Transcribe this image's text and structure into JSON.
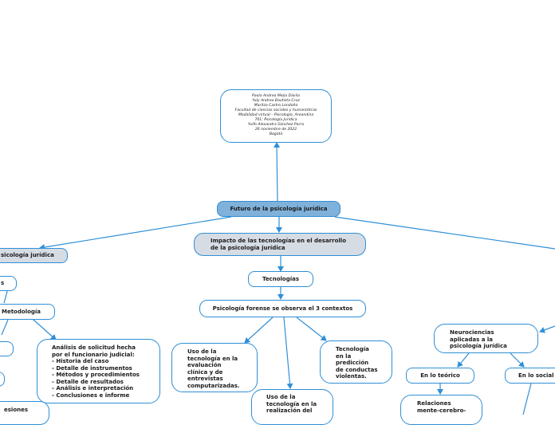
{
  "authors": "Paola Andrea Mejía Dávila\nYuly Andrea Bautista Cruz\nMaritza Castro Londoño\nFacultad de ciencias sociales y humanísticas\nModalidad virtual – Psicología, Areandina\n701: Psicología Jurídica\nYulfo Alexandra Sánchez Parra\n26 noviembre de 2022\nBogotá",
  "root": "Futuro de la psicología jurídica",
  "left_branch": "sicología jurídica",
  "left_top_cut": "s",
  "metodologia": "Metodología",
  "analisis": "Análisis de solicitud hecha\npor el funcionario judicial:\n- Historia del caso\n- Detalle de instrumentos\n- Métodos y procedimientos\n- Detalle de resultados\n- Análisis e interpretación\n- Conclusiones e informe",
  "left_bottom_cut": "esiones",
  "impacto": "Impacto de las tecnologías en el desarrollo\nde la psicología jurídica",
  "tecnologias": "Tecnologías",
  "contextos": "Psicología forense se observa el 3 contextos",
  "uso_evaluacion": "Uso de la\ntecnología en la\nevaluación\nclínica y de\nentrevistas\ncomputarizadas.",
  "uso_realizacion": "Uso de la\ntecnología en la\nrealización del",
  "prediccion": "Tecnología\nen la\npredicción\nde conductas\nviolentas.",
  "neurociencias": "Neurociencias\naplicadas a la\npsicología jurídica",
  "teorico": "En lo teórico",
  "social": "En lo social",
  "relaciones": "Relaciones\nmente-cerebro-",
  "colors": {
    "line": "#2f8fd6",
    "root_fill": "#7fb1da",
    "gray_fill": "#d6dce4"
  }
}
